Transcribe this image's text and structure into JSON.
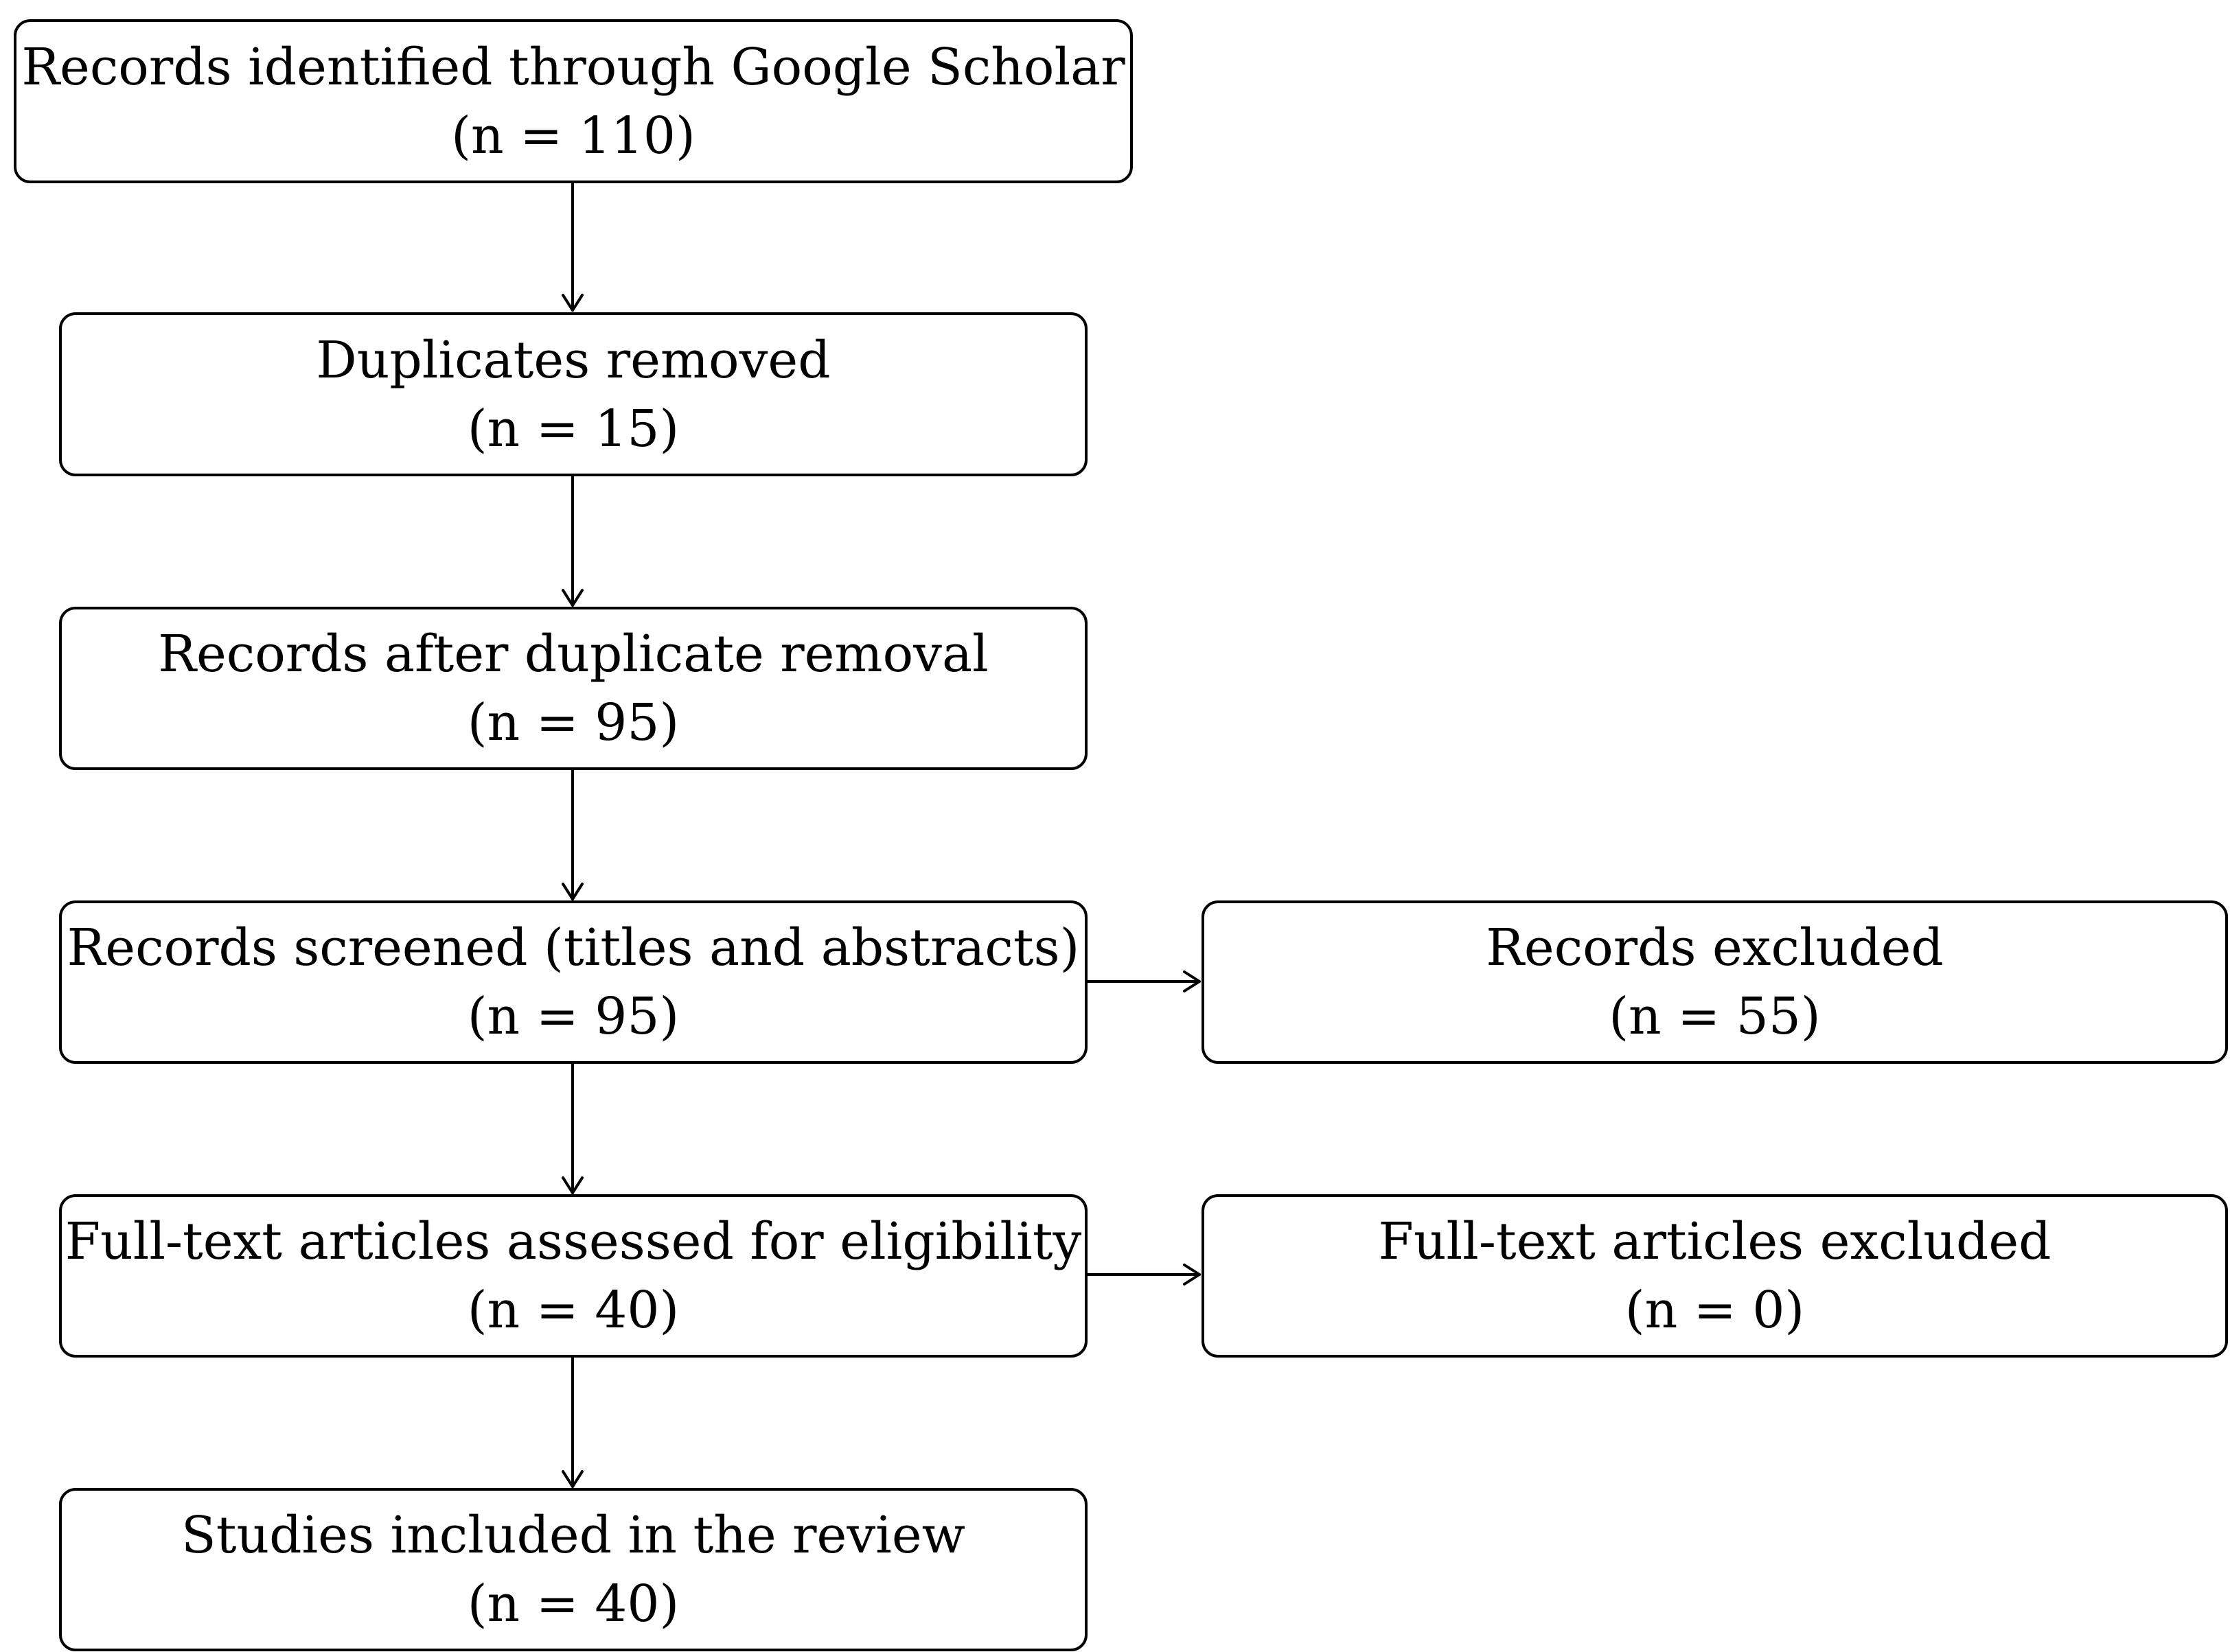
{
  "nodes": {
    "identified": {
      "label": "Records identified through Google Scholar",
      "count": "(n = 110)"
    },
    "duplicates": {
      "label": "Duplicates removed",
      "count": "(n = 15)"
    },
    "after_duplicates": {
      "label": "Records after duplicate removal",
      "count": "(n = 95)"
    },
    "screened": {
      "label": "Records screened (titles and abstracts)",
      "count": "(n = 95)"
    },
    "records_excluded": {
      "label": "Records excluded",
      "count": "(n = 55)"
    },
    "fulltext_assessed": {
      "label": "Full-text articles assessed for eligibility",
      "count": "(n = 40)"
    },
    "fulltext_excluded": {
      "label": "Full-text articles excluded",
      "count": "(n = 0)"
    },
    "included": {
      "label": "Studies included in the review",
      "count": "(n = 40)"
    }
  },
  "edges": [
    {
      "from": "identified",
      "to": "duplicates"
    },
    {
      "from": "duplicates",
      "to": "after_duplicates"
    },
    {
      "from": "after_duplicates",
      "to": "screened"
    },
    {
      "from": "screened",
      "to": "records_excluded"
    },
    {
      "from": "screened",
      "to": "fulltext_assessed"
    },
    {
      "from": "fulltext_assessed",
      "to": "fulltext_excluded"
    },
    {
      "from": "fulltext_assessed",
      "to": "included"
    }
  ],
  "colors": {
    "stroke": "#000000",
    "background": "#ffffff"
  }
}
